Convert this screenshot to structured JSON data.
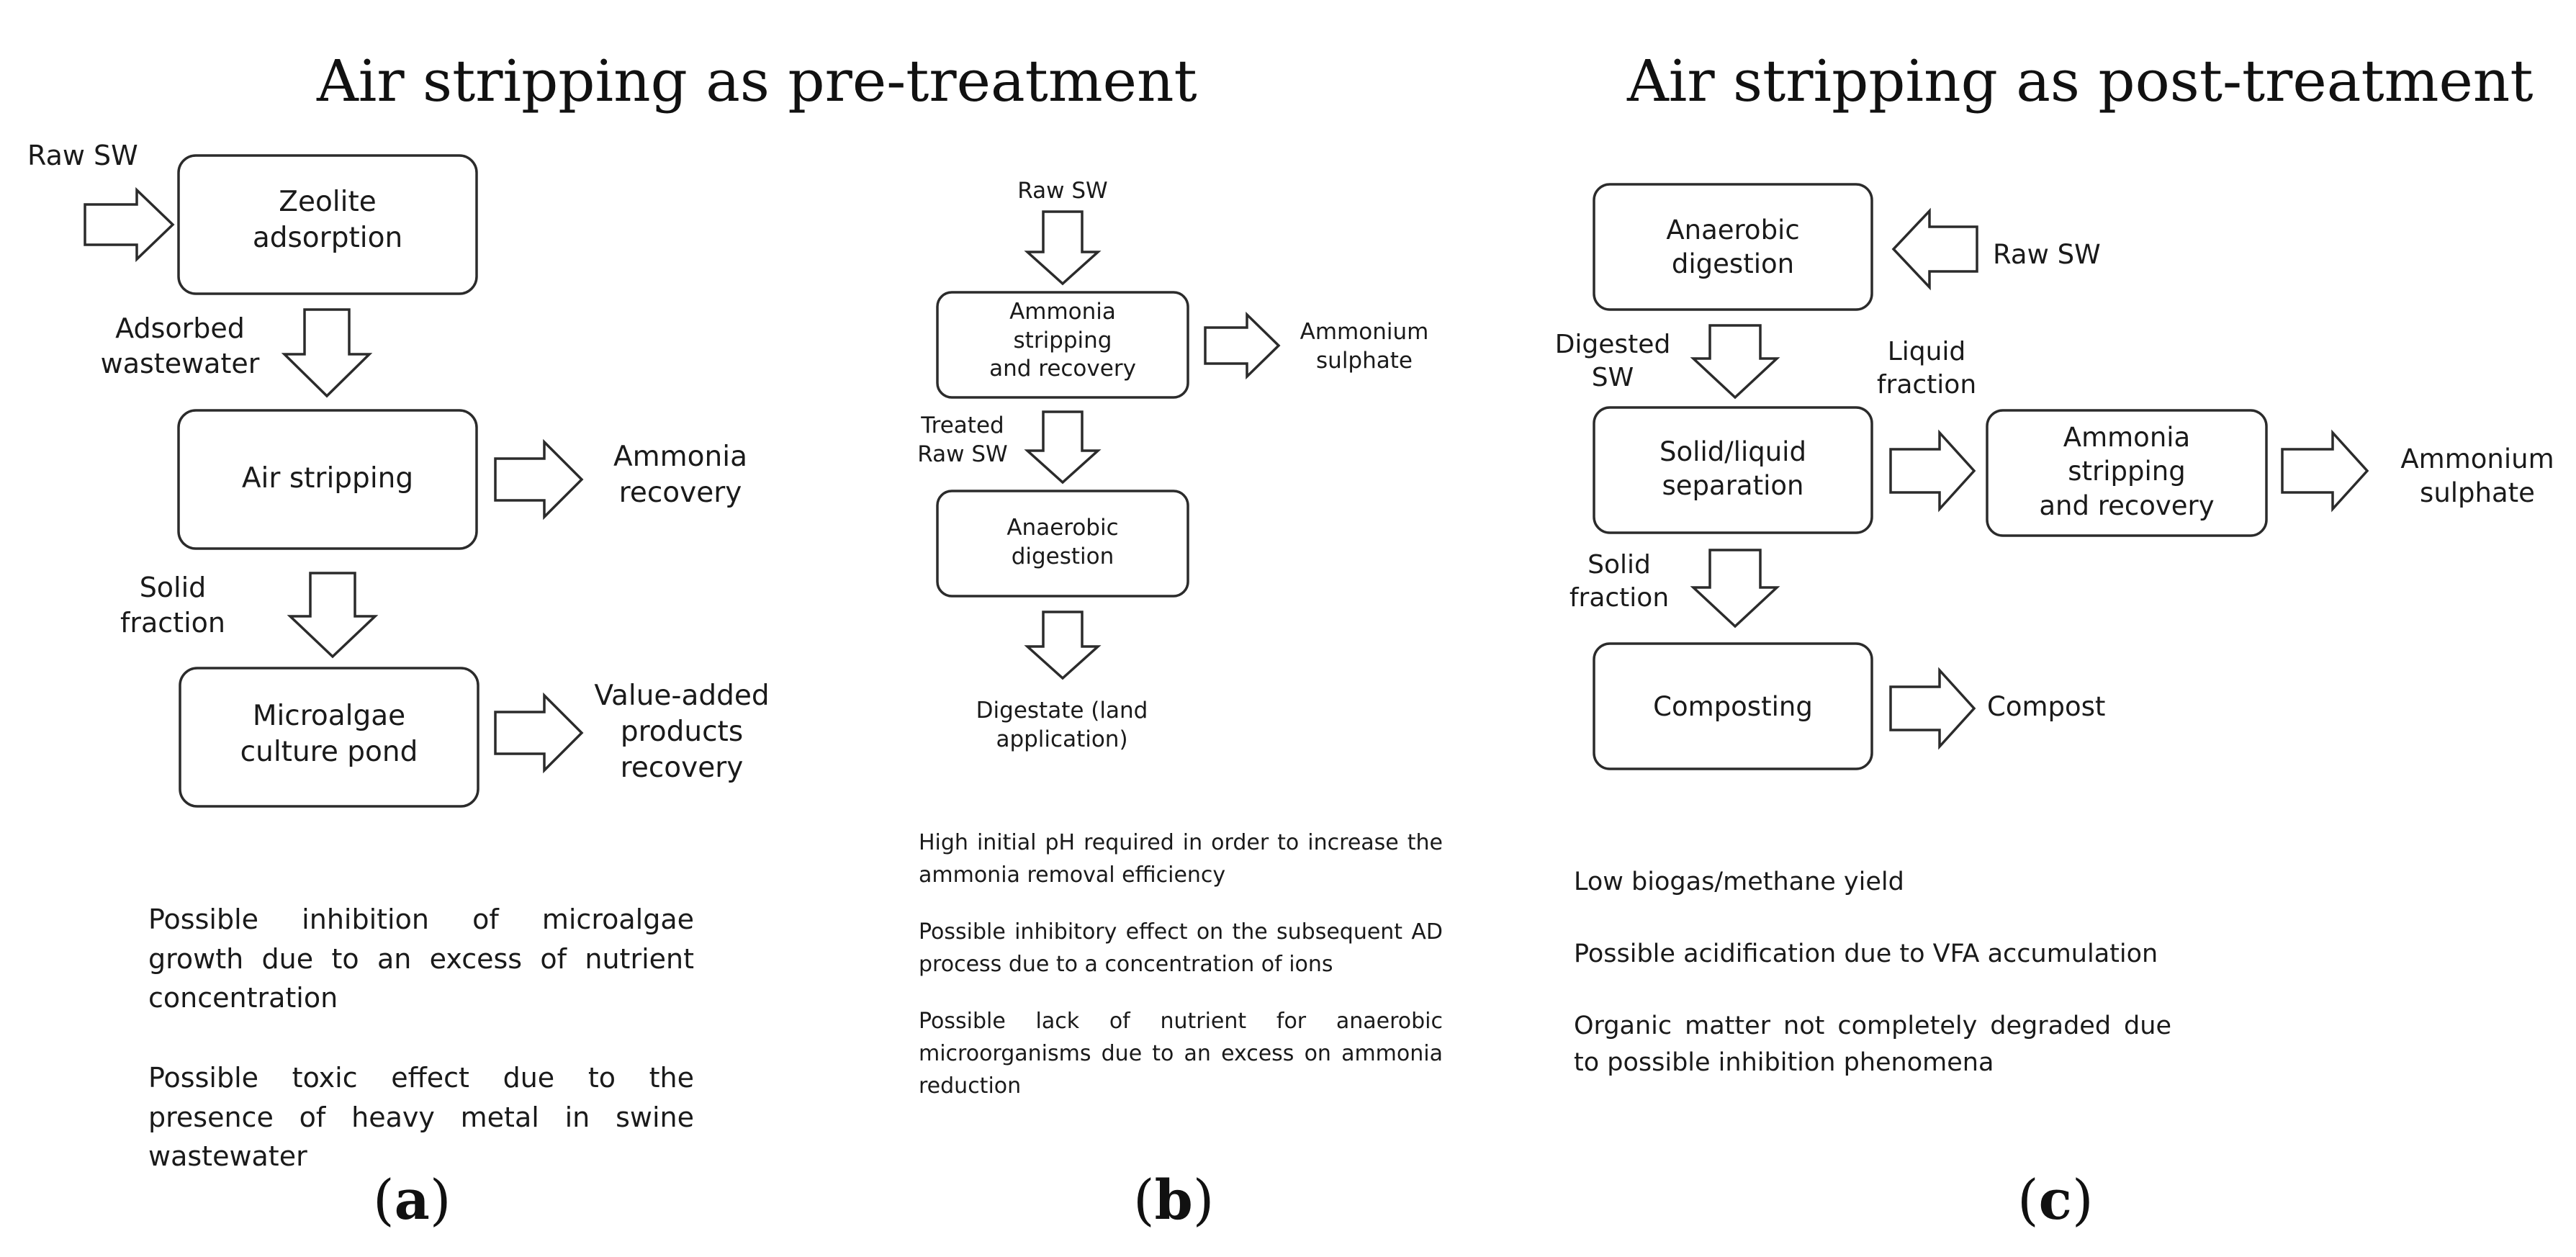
{
  "titles": {
    "pre": "Air stripping as pre-treatment",
    "post": "Air stripping as post-treatment"
  },
  "panel_a": {
    "letter": "a",
    "boxes": {
      "zeolite": "Zeolite\nadsorption",
      "air_stripping": "Air stripping",
      "microalgae": "Microalgae\nculture pond"
    },
    "labels": {
      "raw_sw": "Raw SW",
      "adsorbed": "Adsorbed\nwastewater",
      "solid_fraction": "Solid\nfraction",
      "ammonia_recovery": "Ammonia\nrecovery",
      "value_added": "Value-added\nproducts\nrecovery"
    },
    "notes": [
      "Possible inhibition of microalgae growth due to an excess of nutrient concentration",
      "Possible toxic effect due to the presence of heavy metal in swine wastewater"
    ]
  },
  "panel_b": {
    "letter": "b",
    "boxes": {
      "ammonia_stripping": "Ammonia\nstripping\nand recovery",
      "anaerobic": "Anaerobic\ndigestion"
    },
    "labels": {
      "raw_sw": "Raw SW",
      "ammonium_sulphate": "Ammonium\nsulphate",
      "treated_raw_sw": "Treated\nRaw SW",
      "digestate": "Digestate (land\napplication)"
    },
    "notes": [
      "High initial pH required in order to increase the ammonia removal efficiency",
      "Possible inhibitory effect on the subsequent AD process due to a concentration of ions",
      "Possible lack of nutrient for anaerobic microorganisms due to an excess on ammonia reduction"
    ]
  },
  "panel_c": {
    "letter": "c",
    "boxes": {
      "anaerobic": "Anaerobic\ndigestion",
      "separation": "Solid/liquid\nseparation",
      "ammonia_stripping": "Ammonia\nstripping\nand recovery",
      "composting": "Composting"
    },
    "labels": {
      "raw_sw": "Raw SW",
      "digested_sw": "Digested\nSW",
      "liquid_fraction": "Liquid\nfraction",
      "ammonium_sulphate": "Ammonium\nsulphate",
      "solid_fraction": "Solid\nfraction",
      "compost": "Compost"
    },
    "notes": [
      "Low biogas/methane yield",
      "Possible acidification due to VFA accumulation",
      "Organic matter not completely degraded due to possible inhibition phenomena"
    ]
  }
}
